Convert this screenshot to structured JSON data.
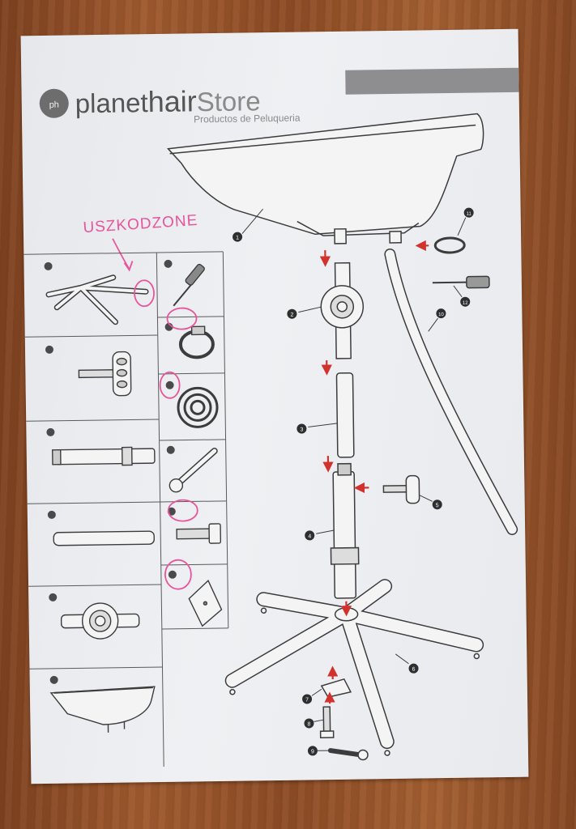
{
  "brand": {
    "logo_badge": "ph",
    "name_part1": "planet",
    "name_part2": "hair",
    "name_part3": "Store",
    "tagline": "Productos de Peluqueria"
  },
  "annotation": {
    "handwritten_note": "USZKODZONE",
    "highlight_color": "#e8559a"
  },
  "diagram": {
    "callouts": [
      "1",
      "2",
      "3",
      "4",
      "5",
      "6",
      "7",
      "8",
      "9",
      "10",
      "11",
      "12"
    ],
    "parts_list": [
      {
        "number": "6",
        "part": "base"
      },
      {
        "number": "5",
        "part": "knob"
      },
      {
        "number": "4",
        "part": "column"
      },
      {
        "number": "3",
        "part": "tube"
      },
      {
        "number": "2",
        "part": "clamp"
      },
      {
        "number": "1",
        "part": "basin"
      },
      {
        "number": "12",
        "part": "screwdriver"
      },
      {
        "number": "11",
        "part": "hose clamp"
      },
      {
        "number": "10",
        "part": "hose"
      },
      {
        "number": "9",
        "part": "wrench"
      },
      {
        "number": "8",
        "part": "bolt"
      },
      {
        "number": "7",
        "part": "plate"
      }
    ]
  },
  "colors": {
    "arrow": "#d2322d",
    "ink": "#3c3c3c",
    "header_bar": "#8e8e90"
  }
}
